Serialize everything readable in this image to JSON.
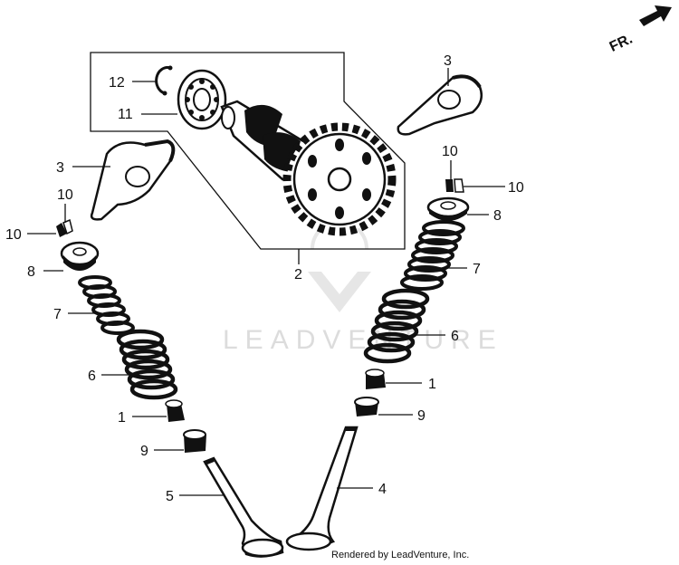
{
  "direction": {
    "text": "FR."
  },
  "watermark": {
    "text": "LEADVENTURE"
  },
  "credit": {
    "text": "Rendered by LeadVenture, Inc."
  },
  "callouts": [
    {
      "id": "c1",
      "num": "1"
    },
    {
      "id": "c2",
      "num": "1"
    },
    {
      "id": "c3",
      "num": "2"
    },
    {
      "id": "c4",
      "num": "3"
    },
    {
      "id": "c5",
      "num": "3"
    },
    {
      "id": "c6",
      "num": "4"
    },
    {
      "id": "c7",
      "num": "5"
    },
    {
      "id": "c8",
      "num": "6"
    },
    {
      "id": "c9",
      "num": "6"
    },
    {
      "id": "c10",
      "num": "7"
    },
    {
      "id": "c11",
      "num": "7"
    },
    {
      "id": "c12",
      "num": "8"
    },
    {
      "id": "c13",
      "num": "8"
    },
    {
      "id": "c14",
      "num": "9"
    },
    {
      "id": "c15",
      "num": "9"
    },
    {
      "id": "c16",
      "num": "10"
    },
    {
      "id": "c17",
      "num": "10"
    },
    {
      "id": "c18",
      "num": "10"
    },
    {
      "id": "c19",
      "num": "10"
    },
    {
      "id": "c20",
      "num": "11"
    },
    {
      "id": "c21",
      "num": "12"
    }
  ]
}
